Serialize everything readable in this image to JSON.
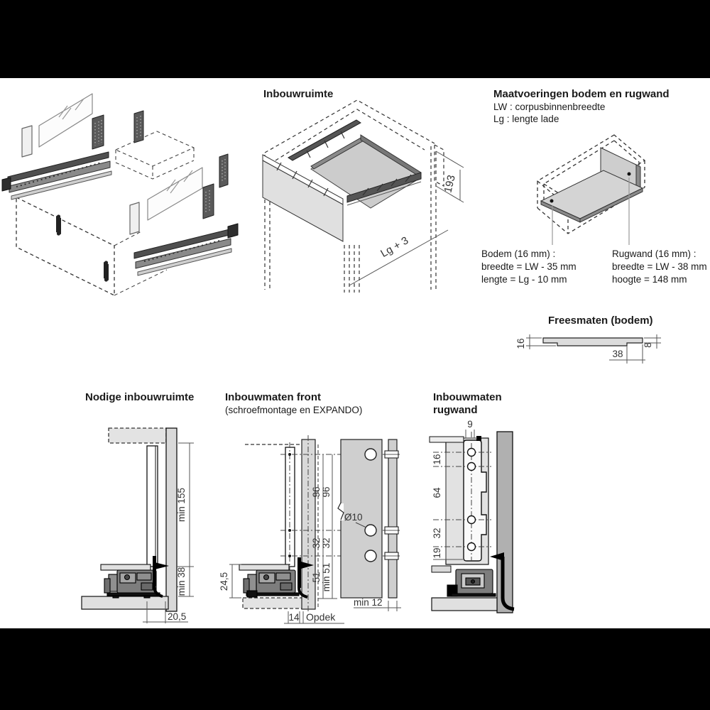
{
  "colors": {
    "band": "#000000",
    "panel": "#d9d9d9",
    "panel_light": "#e3e3e3",
    "runner": "#7d7d7d",
    "line": "#1a1a1a",
    "dim_text": "#333333"
  },
  "sections": {
    "inbouwruimte": {
      "title": "Inbouwruimte",
      "dim_height": "193",
      "dim_length": "Lg + 3"
    },
    "maatvoeringen": {
      "title": "Maatvoeringen bodem en rugwand",
      "legend_lw": "LW : corpusbinnenbreedte",
      "legend_lg": "Lg : lengte lade",
      "bodem": {
        "title": "Bodem (16 mm) :",
        "line1": "breedte = LW - 35 mm",
        "line2": "lengte = Lg - 10 mm"
      },
      "rugwand": {
        "title": "Rugwand (16 mm) :",
        "line1": "breedte = LW - 38 mm",
        "line2": "hoogte = 148 mm"
      }
    },
    "freesmaten": {
      "title": "Freesmaten (bodem)",
      "dim_thickness": "16",
      "dim_width": "38",
      "dim_edge": "8"
    },
    "nodige": {
      "title": "Nodige inbouwruimte",
      "dim_min155": "min 155",
      "dim_min38": "min 38",
      "dim_gap": "20,5"
    },
    "front": {
      "title": "Inbouwmaten front",
      "subtitle": "(schroefmontage en EXPANDO)",
      "dim_96": "96",
      "dim_32": "32",
      "dim_51": "51",
      "dim_min51": "min 51",
      "dim_245": "24,5",
      "dim_14": "14",
      "dim_opdek": "Opdek",
      "dim_min12": "min 12",
      "dim_hole": "Ø10"
    },
    "rugwand_maten": {
      "title_line1": "Inbouwmaten",
      "title_line2": "rugwand",
      "dim_9": "9",
      "dim_16": "16",
      "dim_64": "64",
      "dim_32": "32",
      "dim_19": "19"
    }
  }
}
